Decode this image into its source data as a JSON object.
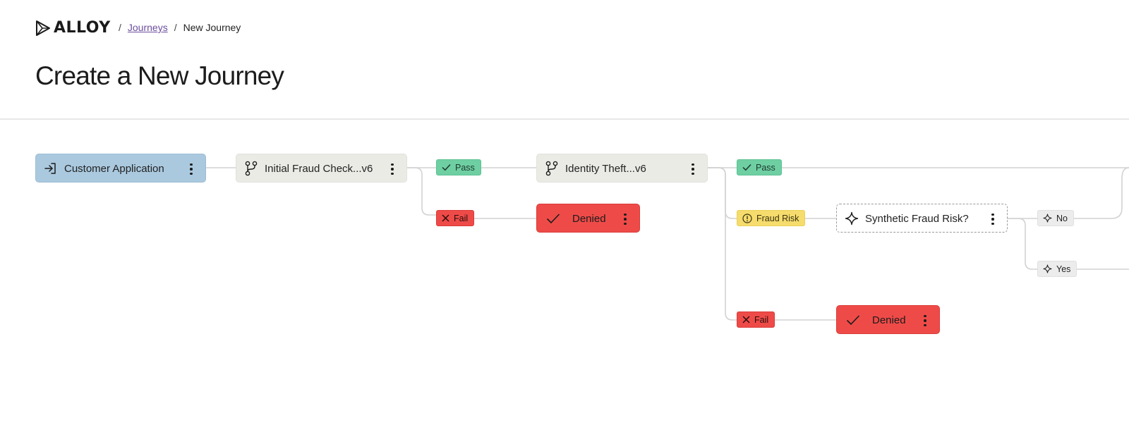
{
  "brand": {
    "name": "ALLOY"
  },
  "breadcrumb": {
    "separator": "/",
    "journeys": "Journeys",
    "current": "New Journey"
  },
  "page": {
    "title": "Create a New Journey"
  },
  "flow": {
    "nodes": {
      "customer_application": "Customer Application",
      "initial_fraud_check": "Initial Fraud Check...v6",
      "identity_theft": "Identity Theft...v6",
      "denied_1": "Denied",
      "denied_2": "Denied",
      "synthetic_fraud": "Synthetic Fraud Risk?"
    },
    "edges": {
      "pass_1": "Pass",
      "fail_1": "Fail",
      "pass_2": "Pass",
      "fraud_risk": "Fraud Risk",
      "fail_2": "Fail",
      "no": "No",
      "yes": "Yes"
    }
  },
  "colors": {
    "start_node": "#aac9df",
    "check_node": "#ebebe6",
    "denied": "#ee4b48",
    "pass": "#6ecfa3",
    "fraud_risk": "#f5dc6c",
    "link": "#6b4e9e"
  }
}
